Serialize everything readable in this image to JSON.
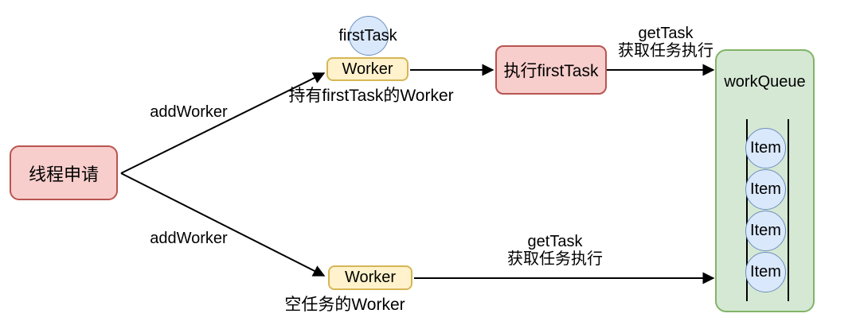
{
  "diagram": {
    "colors": {
      "pink_fill": "#f8cecc",
      "pink_border": "#b85450",
      "yellow_fill": "#fff2cc",
      "yellow_border": "#d6b656",
      "blue_fill": "#dae8fc",
      "blue_border": "#6c8ebf",
      "green_fill": "#d5e8d4",
      "green_border": "#82b366",
      "arrow": "#000000"
    },
    "nodes": {
      "thread_request": {
        "label": "线程申请"
      },
      "first_task": {
        "label": "firstTask"
      },
      "worker_top": {
        "label": "Worker",
        "caption": "持有firstTask的Worker"
      },
      "exec_first_task": {
        "label": "执行firstTask"
      },
      "worker_bottom": {
        "label": "Worker",
        "caption": "空任务的Worker"
      },
      "work_queue": {
        "label": "workQueue",
        "items": [
          "Item",
          "Item",
          "Item",
          "Item"
        ]
      }
    },
    "edges": {
      "add_worker_top": {
        "label": "addWorker"
      },
      "add_worker_bottom": {
        "label": "addWorker"
      },
      "get_task_top": {
        "line1": "getTask",
        "line2": "获取任务执行"
      },
      "get_task_bottom": {
        "line1": "getTask",
        "line2": "获取任务执行"
      }
    }
  }
}
